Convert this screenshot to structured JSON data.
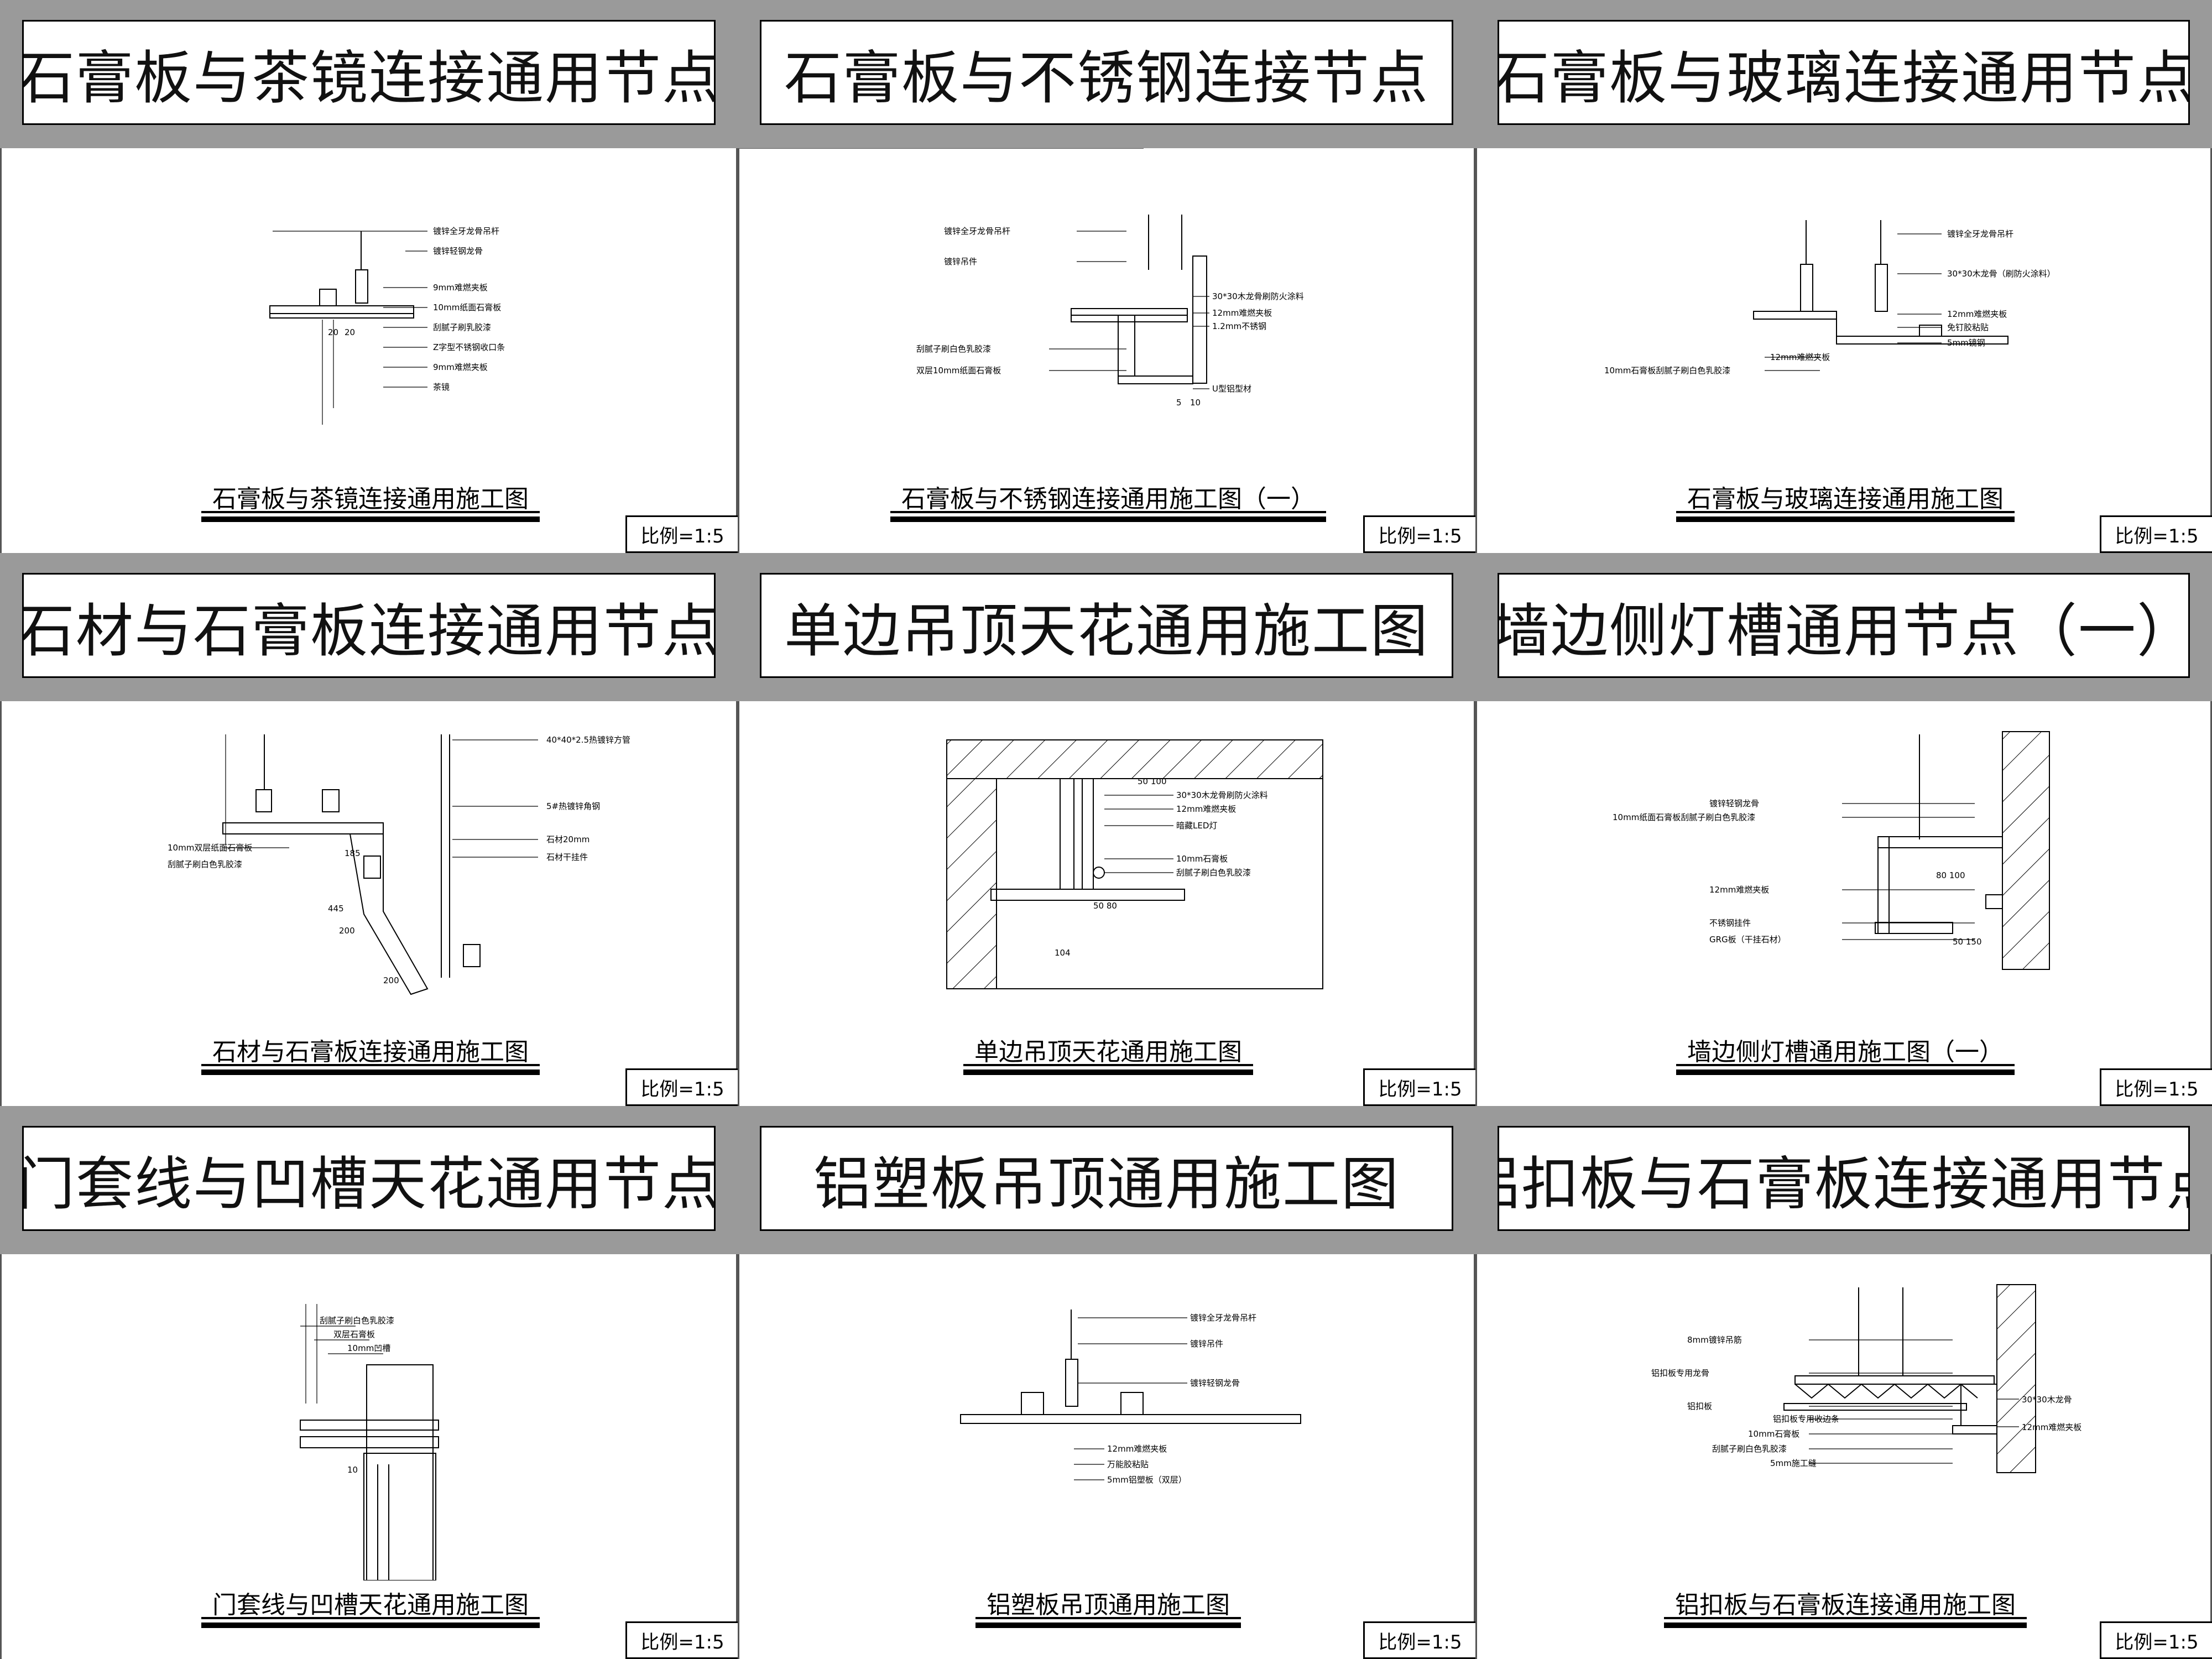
{
  "panels": [
    {
      "title": "石膏板与茶镜连接通用节点",
      "caption": "石膏板与茶镜连接通用施工图",
      "scale": "比例=1:5",
      "labels": [
        "镀锌全牙龙骨吊杆",
        "镀锌轻钢龙骨",
        "9mm难燃夹板",
        "10mm纸面石膏板",
        "刮腻子刷乳胶漆",
        "Z字型不锈钢收口条",
        "9mm难燃夹板",
        "茶镜"
      ],
      "dims": [
        "20",
        "20"
      ]
    },
    {
      "title": "石膏板与不锈钢连接节点",
      "caption": "石膏板与不锈钢连接通用施工图（一）",
      "scale": "比例=1:5",
      "labels": [
        "镀锌全牙龙骨吊杆",
        "镀锌吊件",
        "30*30木龙骨刷防火涂料",
        "12mm难燃夹板",
        "1.2mm不锈钢",
        "刮腻子刷白色乳胶漆",
        "双层10mm纸面石膏板",
        "U型铝型材"
      ],
      "dims": [
        "5",
        "10"
      ]
    },
    {
      "title": "石膏板与玻璃连接通用节点",
      "caption": "石膏板与玻璃连接通用施工图",
      "scale": "比例=1:5",
      "labels": [
        "镀锌全牙龙骨吊杆",
        "30*30木龙骨（刷防火涂料）",
        "12mm难燃夹板",
        "免钉胶粘贴",
        "5mm镜钢",
        "12mm难燃夹板",
        "10mm石膏板刮腻子刷白色乳胶漆"
      ],
      "dims": []
    },
    {
      "title": "石材与石膏板连接通用节点",
      "caption": "石材与石膏板连接通用施工图",
      "scale": "比例=1:5",
      "labels": [
        "40*40*2.5热镀锌方管",
        "5#热镀锌角钢",
        "石材20mm",
        "石材干挂件",
        "10mm双层纸面石膏板",
        "刮腻子刷白色乳胶漆"
      ],
      "dims": [
        "185",
        "445",
        "200",
        "200"
      ]
    },
    {
      "title": "单边吊顶天花通用施工图",
      "caption": "单边吊顶天花通用施工图",
      "scale": "比例=1:5",
      "labels": [
        "30*30木龙骨刷防火涂料",
        "12mm难燃夹板",
        "暗藏LED灯",
        "10mm石膏板",
        "刮腻子刷白色乳胶漆"
      ],
      "dims": [
        "50",
        "100",
        "50",
        "80",
        "50",
        "80",
        "104"
      ]
    },
    {
      "title": "墙边侧灯槽通用节点（一）",
      "caption": "墙边侧灯槽通用施工图（一）",
      "scale": "比例=1:5",
      "labels": [
        "镀锌轻钢龙骨",
        "10mm纸面石膏板刮腻子刷白色乳胶漆",
        "12mm难燃夹板",
        "不锈钢挂件",
        "GRG板（干挂石材）"
      ],
      "dims": [
        "80",
        "100",
        "50",
        "150"
      ]
    },
    {
      "title": "门套线与凹槽天花通用节点",
      "caption": "门套线与凹槽天花通用施工图",
      "scale": "比例=1:5",
      "labels": [
        "刮腻子刷白色乳胶漆",
        "双层石膏板",
        "10mm凹槽"
      ],
      "dims": [
        "10"
      ]
    },
    {
      "title": "铝塑板吊顶通用施工图",
      "caption": "铝塑板吊顶通用施工图",
      "scale": "比例=1:5",
      "labels": [
        "镀锌全牙龙骨吊杆",
        "镀锌吊件",
        "镀锌轻钢龙骨",
        "12mm难燃夹板",
        "万能胶粘贴",
        "5mm铝塑板（双层）"
      ],
      "dims": []
    },
    {
      "title": "铝扣板与石膏板连接通用节点",
      "caption": "铝扣板与石膏板连接通用施工图",
      "scale": "比例=1:5",
      "labels": [
        "8mm镀锌吊筋",
        "铝扣板专用龙骨",
        "30*30木龙骨",
        "铝扣板",
        "铝扣板专用收边条",
        "12mm难燃夹板",
        "10mm石膏板",
        "刮腻子刷白色乳胶漆",
        "5mm施工缝"
      ],
      "dims": []
    }
  ],
  "colors": {
    "frame": "#9a9a9a",
    "paper": "#ffffff",
    "ink": "#000000"
  }
}
